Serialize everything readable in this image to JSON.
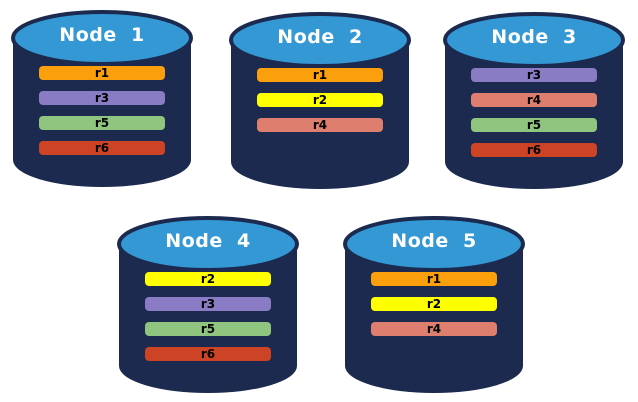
{
  "colors": {
    "cylinder_body": "#1B2A4E",
    "cylinder_top": "#3498D4",
    "title_text": "#FFFFFF",
    "bar_text": "#000000"
  },
  "nodes": [
    {
      "title": "Node  1",
      "replicas": [
        {
          "label": "r1",
          "color": "#FBA00C"
        },
        {
          "label": "r3",
          "color": "#8A7CC4"
        },
        {
          "label": "r5",
          "color": "#8FC57E"
        },
        {
          "label": "r6",
          "color": "#CC4425"
        }
      ]
    },
    {
      "title": "Node  2",
      "replicas": [
        {
          "label": "r1",
          "color": "#FBA00C"
        },
        {
          "label": "r2",
          "color": "#FFFF00"
        },
        {
          "label": "r4",
          "color": "#DE7E6E"
        }
      ]
    },
    {
      "title": "Node  3",
      "replicas": [
        {
          "label": "r3",
          "color": "#8A7CC4"
        },
        {
          "label": "r4",
          "color": "#DE7E6E"
        },
        {
          "label": "r5",
          "color": "#8FC57E"
        },
        {
          "label": "r6",
          "color": "#CC4425"
        }
      ]
    },
    {
      "title": "Node  4",
      "replicas": [
        {
          "label": "r2",
          "color": "#FFFF00"
        },
        {
          "label": "r3",
          "color": "#8A7CC4"
        },
        {
          "label": "r5",
          "color": "#8FC57E"
        },
        {
          "label": "r6",
          "color": "#CC4425"
        }
      ]
    },
    {
      "title": "Node  5",
      "replicas": [
        {
          "label": "r1",
          "color": "#FBA00C"
        },
        {
          "label": "r2",
          "color": "#FFFF00"
        },
        {
          "label": "r4",
          "color": "#DE7E6E"
        }
      ]
    }
  ]
}
